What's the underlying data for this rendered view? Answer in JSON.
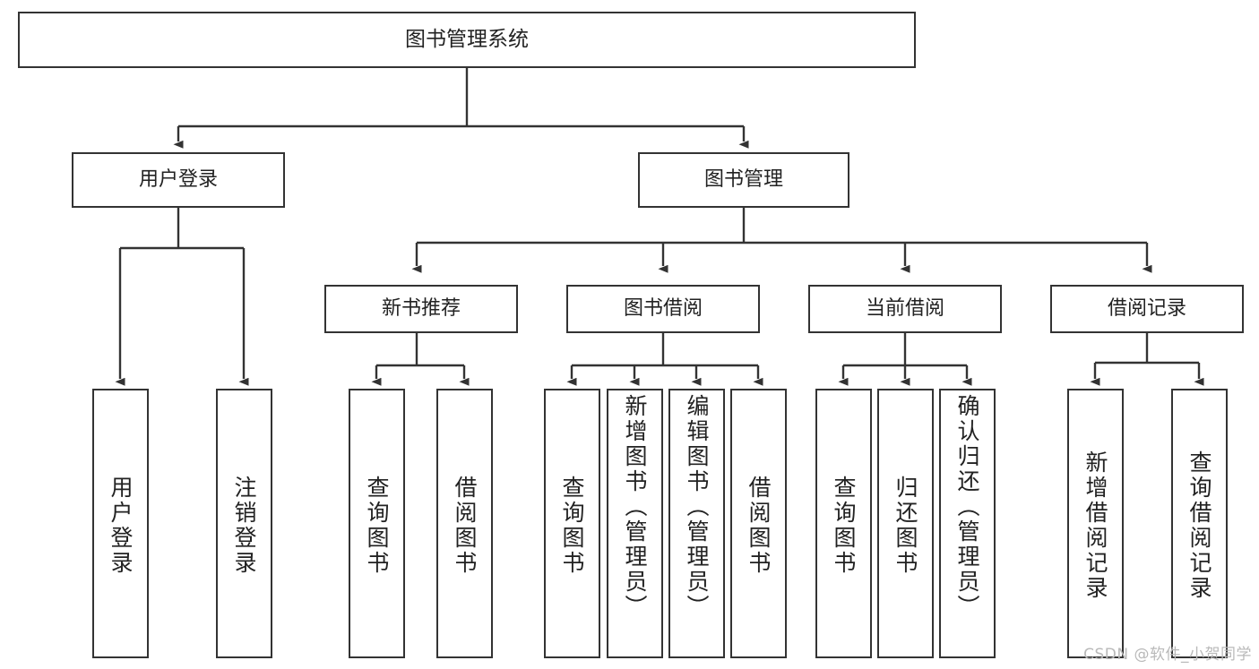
{
  "diagram": {
    "title": "图书管理系统",
    "type": "tree-hierarchy",
    "root": {
      "id": "root",
      "label": "图书管理系统"
    },
    "level2": [
      {
        "id": "user-login",
        "label": "用户登录"
      },
      {
        "id": "book-manage",
        "label": "图书管理"
      }
    ],
    "level3": [
      {
        "id": "new-book-recommend",
        "label": "新书推荐",
        "parent": "book-manage"
      },
      {
        "id": "book-borrow",
        "label": "图书借阅",
        "parent": "book-manage"
      },
      {
        "id": "current-borrow",
        "label": "当前借阅",
        "parent": "book-manage"
      },
      {
        "id": "borrow-record",
        "label": "借阅记录",
        "parent": "book-manage"
      }
    ],
    "leaves": [
      {
        "id": "leaf-user-login",
        "label": "用户登录",
        "parent": "user-login"
      },
      {
        "id": "leaf-user-logout",
        "label": "注销登录",
        "parent": "user-login"
      },
      {
        "id": "leaf-rec-query-book",
        "label": "查询图书",
        "parent": "new-book-recommend"
      },
      {
        "id": "leaf-rec-borrow-book",
        "label": "借阅图书",
        "parent": "new-book-recommend"
      },
      {
        "id": "leaf-borrow-query-book",
        "label": "查询图书",
        "parent": "book-borrow"
      },
      {
        "id": "leaf-borrow-add-book",
        "label": "新增图书（管理员）",
        "parent": "book-borrow"
      },
      {
        "id": "leaf-borrow-edit-book",
        "label": "编辑图书（管理员）",
        "parent": "book-borrow"
      },
      {
        "id": "leaf-borrow-lend-book",
        "label": "借阅图书",
        "parent": "book-borrow"
      },
      {
        "id": "leaf-cur-query-book",
        "label": "查询图书",
        "parent": "current-borrow"
      },
      {
        "id": "leaf-cur-return-book",
        "label": "归还图书",
        "parent": "current-borrow"
      },
      {
        "id": "leaf-cur-confirm-return",
        "label": "确认归还（管理员）",
        "parent": "current-borrow"
      },
      {
        "id": "leaf-rec-add-record",
        "label": "新增借阅记录",
        "parent": "borrow-record"
      },
      {
        "id": "leaf-rec-query-record",
        "label": "查询借阅记录",
        "parent": "borrow-record"
      }
    ]
  },
  "watermark": {
    "text": "CSDN @软件_小贺同学"
  },
  "colors": {
    "box_border": "#333333",
    "box_fill": "#ffffff",
    "edge": "#333333",
    "text": "#222222",
    "watermark": "#b9b9b9",
    "background": "#ffffff"
  }
}
